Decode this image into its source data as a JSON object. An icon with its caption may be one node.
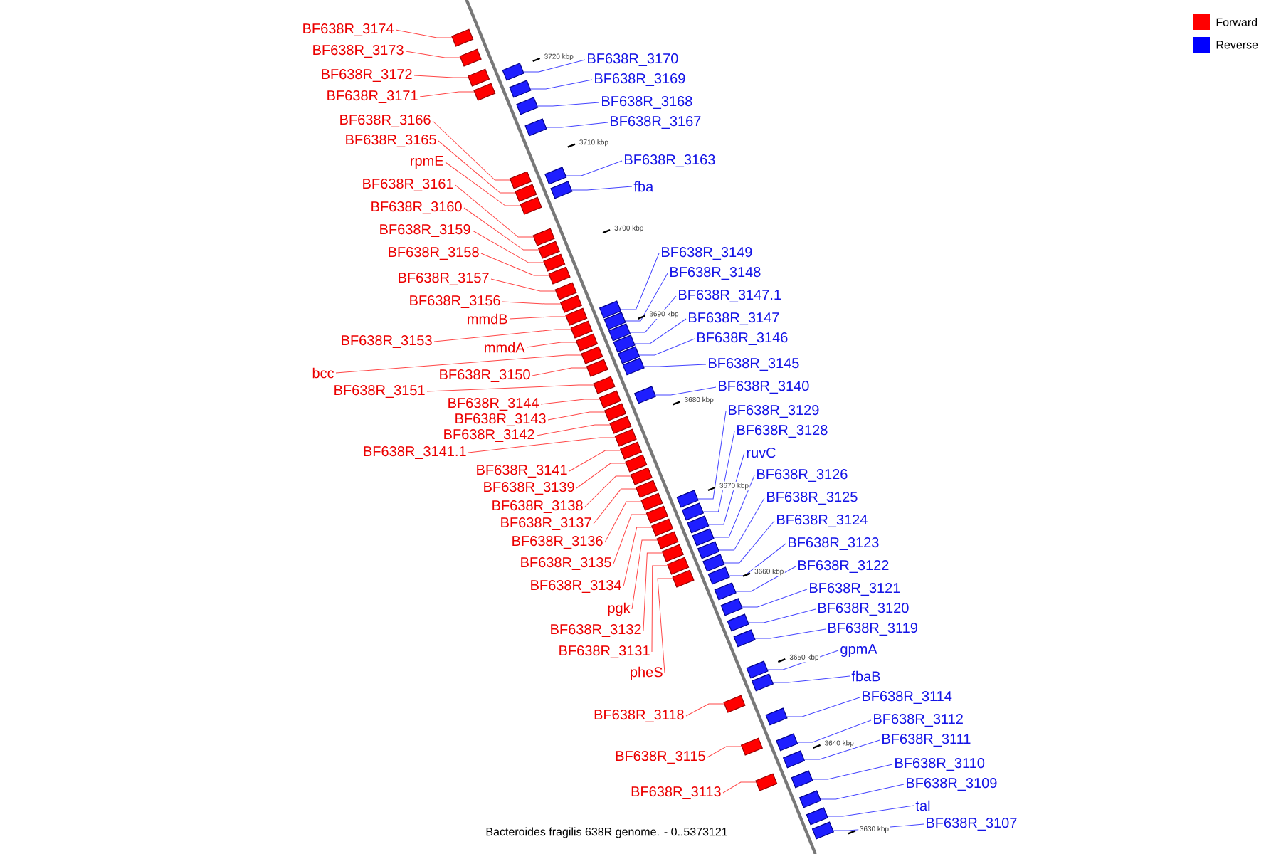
{
  "diagram": {
    "caption": "Bacteroides fragilis 638R genome. - 0..5373121",
    "nodes": [
      {
        "text": [
          "BF638R_3174"
        ]
      },
      {
        "text": [
          "BF638R_3173"
        ]
      },
      {
        "text": [
          "BF638R_3172"
        ]
      },
      {
        "text": [
          "BF638R_3171"
        ]
      },
      {
        "text": [
          "BF638R_3166"
        ]
      },
      {
        "text": [
          "BF638R_3165"
        ]
      },
      {
        "text": [
          "rpmE"
        ]
      },
      {
        "text": [
          "BF638R_3161"
        ]
      },
      {
        "text": [
          "BF638R_3160"
        ]
      },
      {
        "text": [
          "BF638R_3159"
        ]
      },
      {
        "text": [
          "BF638R_3158"
        ]
      },
      {
        "text": [
          "BF638R_3157"
        ]
      },
      {
        "text": [
          "BF638R_3156"
        ]
      },
      {
        "text": [
          "mmdB"
        ]
      },
      {
        "text": [
          "BF638R_3153"
        ]
      },
      {
        "text": [
          "mmdA"
        ]
      },
      {
        "text": [
          "bcc"
        ]
      },
      {
        "text": [
          "BF638R_3150"
        ]
      },
      {
        "text": [
          "BF638R_3151"
        ]
      },
      {
        "text": [
          "BF638R_3144"
        ]
      },
      {
        "text": [
          "BF638R_3143"
        ]
      },
      {
        "text": [
          "BF638R_3142"
        ]
      },
      {
        "text": [
          "BF638R_3141.1"
        ]
      },
      {
        "text": [
          "BF638R_3141"
        ]
      },
      {
        "text": [
          "BF638R_3139"
        ]
      },
      {
        "text": [
          "BF638R_3138"
        ]
      },
      {
        "text": [
          "BF638R_3137"
        ]
      },
      {
        "text": [
          "BF638R_3136"
        ]
      },
      {
        "text": [
          "BF638R_3135"
        ]
      },
      {
        "text": [
          "BF638R_3134"
        ]
      },
      {
        "text": [
          "pgk"
        ]
      },
      {
        "text": [
          "BF638R_3132"
        ]
      },
      {
        "text": [
          "BF638R_3131"
        ]
      },
      {
        "text": [
          "pheS"
        ]
      },
      {
        "text": [
          "BF638R_3118"
        ]
      },
      {
        "text": [
          "BF638R_3115"
        ]
      },
      {
        "text": [
          "BF638R_3113"
        ]
      },
      {
        "text": [
          "BF638R_3170"
        ]
      },
      {
        "text": [
          "BF638R_3169"
        ]
      },
      {
        "text": [
          "BF638R_3168"
        ]
      },
      {
        "text": [
          "BF638R_3167"
        ]
      },
      {
        "text": [
          "BF638R_3163"
        ]
      },
      {
        "text": [
          "fba"
        ]
      },
      {
        "text": [
          "BF638R_3149"
        ]
      },
      {
        "text": [
          "BF638R_3148"
        ]
      },
      {
        "text": [
          "BF638R_3147.1"
        ]
      },
      {
        "text": [
          "BF638R_3147"
        ]
      },
      {
        "text": [
          "BF638R_3146"
        ]
      },
      {
        "text": [
          "BF638R_3145"
        ]
      },
      {
        "text": [
          "BF638R_3140"
        ]
      },
      {
        "text": [
          "BF638R_3129"
        ]
      },
      {
        "text": [
          "BF638R_3128"
        ]
      },
      {
        "text": [
          "ruvC"
        ]
      },
      {
        "text": [
          "BF638R_3126"
        ]
      },
      {
        "text": [
          "BF638R_3125"
        ]
      },
      {
        "text": [
          "BF638R_3124"
        ]
      },
      {
        "text": [
          "BF638R_3123"
        ]
      },
      {
        "text": [
          "BF638R_3122"
        ]
      },
      {
        "text": [
          "BF638R_3121"
        ]
      },
      {
        "text": [
          "BF638R_3120"
        ]
      },
      {
        "text": [
          "BF638R_3119"
        ]
      },
      {
        "text": [
          "gpmA"
        ]
      },
      {
        "text": [
          "fbaB"
        ]
      },
      {
        "text": [
          "BF638R_3114"
        ]
      },
      {
        "text": [
          "BF638R_3112"
        ]
      },
      {
        "text": [
          "BF638R_3111"
        ]
      },
      {
        "text": [
          "BF638R_3110"
        ]
      },
      {
        "text": [
          "BF638R_3109"
        ]
      },
      {
        "text": [
          "tal"
        ]
      },
      {
        "text": [
          "BF638R_3107"
        ]
      },
      {
        "text": [],
        "shape": "box"
      },
      {
        "text": [],
        "shape": "box"
      },
      {
        "text": [],
        "shape": "box"
      },
      {
        "text": [],
        "shape": "box"
      },
      {
        "text": [],
        "shape": "box"
      },
      {
        "text": [],
        "shape": "box"
      },
      {
        "text": [],
        "shape": "box"
      },
      {
        "text": [],
        "shape": "box"
      },
      {
        "text": [],
        "shape": "box"
      },
      {
        "text": [],
        "shape": "box"
      },
      {
        "text": [],
        "shape": "box"
      },
      {
        "text": [],
        "shape": "box"
      },
      {
        "text": [],
        "shape": "box"
      },
      {
        "text": [],
        "shape": "box"
      },
      {
        "text": [],
        "shape": "box"
      },
      {
        "text": [],
        "shape": "box"
      },
      {
        "text": [],
        "shape": "box"
      },
      {
        "text": [],
        "shape": "box"
      },
      {
        "text": [],
        "shape": "box"
      },
      {
        "text": [],
        "shape": "box"
      },
      {
        "text": [],
        "shape": "box"
      },
      {
        "text": [],
        "shape": "box"
      },
      {
        "text": [],
        "shape": "box"
      },
      {
        "text": [],
        "shape": "box"
      },
      {
        "text": [],
        "shape": "box"
      },
      {
        "text": [],
        "shape": "box"
      },
      {
        "text": [],
        "shape": "box"
      },
      {
        "text": [],
        "shape": "box"
      },
      {
        "text": [],
        "shape": "box"
      },
      {
        "text": [],
        "shape": "box"
      },
      {
        "text": [],
        "shape": "box"
      },
      {
        "text": [],
        "shape": "box"
      },
      {
        "text": [],
        "shape": "box"
      },
      {
        "text": [],
        "shape": "box"
      },
      {
        "text": [],
        "shape": "box"
      },
      {
        "text": [],
        "shape": "box"
      },
      {
        "text": [],
        "shape": "box"
      },
      {
        "text": [],
        "shape": "box"
      },
      {
        "text": [],
        "shape": "box"
      },
      {
        "text": [],
        "shape": "box"
      },
      {
        "text": [],
        "shape": "box"
      },
      {
        "text": [],
        "shape": "box"
      },
      {
        "text": [],
        "shape": "box"
      },
      {
        "text": [],
        "shape": "box"
      },
      {
        "text": [],
        "shape": "box"
      },
      {
        "text": [],
        "shape": "box"
      },
      {
        "text": [],
        "shape": "box"
      },
      {
        "text": [],
        "shape": "box"
      },
      {
        "text": [],
        "shape": "box"
      },
      {
        "text": [],
        "shape": "box"
      },
      {
        "text": [],
        "shape": "box"
      },
      {
        "text": [],
        "shape": "box"
      },
      {
        "text": [],
        "shape": "box"
      },
      {
        "text": [],
        "shape": "box"
      },
      {
        "text": [],
        "shape": "box"
      },
      {
        "text": [],
        "shape": "box"
      },
      {
        "text": [],
        "shape": "box"
      },
      {
        "text": [],
        "shape": "box"
      },
      {
        "text": [],
        "shape": "box"
      },
      {
        "text": [],
        "shape": "box"
      },
      {
        "text": [],
        "shape": "box"
      },
      {
        "text": [],
        "shape": "box"
      },
      {
        "text": [],
        "shape": "box"
      },
      {
        "text": [],
        "shape": "box"
      },
      {
        "text": [],
        "shape": "box"
      },
      {
        "text": [],
        "shape": "box"
      },
      {
        "text": [],
        "shape": "box"
      },
      {
        "text": [],
        "shape": "box"
      },
      {
        "text": [],
        "shape": "box"
      },
      {
        "text": [],
        "shape": "box"
      }
    ],
    "edges": [
      {
        "from": 0,
        "to": 70,
        "arrow": "none"
      },
      {
        "from": 1,
        "to": 71,
        "arrow": "none"
      },
      {
        "from": 2,
        "to": 72,
        "arrow": "none"
      },
      {
        "from": 3,
        "to": 74,
        "arrow": "none"
      },
      {
        "from": 4,
        "to": 78,
        "arrow": "none"
      },
      {
        "from": 5,
        "to": 80,
        "arrow": "none"
      },
      {
        "from": 6,
        "to": 82,
        "arrow": "none"
      },
      {
        "from": 7,
        "to": 83,
        "arrow": "none"
      },
      {
        "from": 8,
        "to": 84,
        "arrow": "none"
      },
      {
        "from": 9,
        "to": 85,
        "arrow": "none"
      },
      {
        "from": 10,
        "to": 86,
        "arrow": "none"
      },
      {
        "from": 11,
        "to": 87,
        "arrow": "none"
      },
      {
        "from": 12,
        "to": 88,
        "arrow": "none"
      },
      {
        "from": 13,
        "to": 89,
        "arrow": "none"
      },
      {
        "from": 14,
        "to": 91,
        "arrow": "none"
      },
      {
        "from": 15,
        "to": 93,
        "arrow": "none"
      },
      {
        "from": 16,
        "to": 95,
        "arrow": "none"
      },
      {
        "from": 17,
        "to": 97,
        "arrow": "none"
      },
      {
        "from": 18,
        "to": 100,
        "arrow": "none"
      },
      {
        "from": 19,
        "to": 101,
        "arrow": "none"
      },
      {
        "from": 20,
        "to": 103,
        "arrow": "none"
      },
      {
        "from": 21,
        "to": 104,
        "arrow": "none"
      },
      {
        "from": 22,
        "to": 105,
        "arrow": "none"
      },
      {
        "from": 23,
        "to": 106,
        "arrow": "none"
      },
      {
        "from": 24,
        "to": 107,
        "arrow": "none"
      },
      {
        "from": 25,
        "to": 108,
        "arrow": "none"
      },
      {
        "from": 26,
        "to": 109,
        "arrow": "none"
      },
      {
        "from": 27,
        "to": 110,
        "arrow": "none"
      },
      {
        "from": 28,
        "to": 112,
        "arrow": "none"
      },
      {
        "from": 29,
        "to": 114,
        "arrow": "none"
      },
      {
        "from": 30,
        "to": 116,
        "arrow": "none"
      },
      {
        "from": 31,
        "to": 118,
        "arrow": "none"
      },
      {
        "from": 32,
        "to": 120,
        "arrow": "none"
      },
      {
        "from": 33,
        "to": 122,
        "arrow": "none"
      },
      {
        "from": 34,
        "to": 130,
        "arrow": "none"
      },
      {
        "from": 35,
        "to": 132,
        "arrow": "none"
      },
      {
        "from": 36,
        "to": 135,
        "arrow": "none"
      },
      {
        "from": 37,
        "to": 73,
        "arrow": "none",
        "color": "#4444ff"
      },
      {
        "from": 38,
        "to": 75,
        "arrow": "none",
        "color": "#4444ff"
      },
      {
        "from": 39,
        "to": 76,
        "arrow": "none",
        "color": "#4444ff"
      },
      {
        "from": 40,
        "to": 77,
        "arrow": "none",
        "color": "#4444ff"
      },
      {
        "from": 41,
        "to": 79,
        "arrow": "none",
        "color": "#4444ff"
      },
      {
        "from": 42,
        "to": 81,
        "arrow": "none",
        "color": "#4444ff"
      },
      {
        "from": 43,
        "to": 90,
        "arrow": "none",
        "color": "#4444ff"
      },
      {
        "from": 44,
        "to": 92,
        "arrow": "none",
        "color": "#4444ff"
      },
      {
        "from": 45,
        "to": 94,
        "arrow": "none",
        "color": "#4444ff"
      },
      {
        "from": 46,
        "to": 96,
        "arrow": "none",
        "color": "#4444ff"
      },
      {
        "from": 47,
        "to": 98,
        "arrow": "none",
        "color": "#4444ff"
      },
      {
        "from": 48,
        "to": 99,
        "arrow": "none",
        "color": "#4444ff"
      },
      {
        "from": 49,
        "to": 102,
        "arrow": "none",
        "color": "#4444ff"
      },
      {
        "from": 50,
        "to": 111,
        "arrow": "none",
        "color": "#4444ff"
      },
      {
        "from": 51,
        "to": 113,
        "arrow": "none",
        "color": "#4444ff"
      },
      {
        "from": 52,
        "to": 115,
        "arrow": "none",
        "color": "#4444ff"
      },
      {
        "from": 53,
        "to": 117,
        "arrow": "none",
        "color": "#4444ff"
      },
      {
        "from": 54,
        "to": 119,
        "arrow": "none",
        "color": "#4444ff"
      },
      {
        "from": 55,
        "to": 121,
        "arrow": "none",
        "color": "#4444ff"
      },
      {
        "from": 56,
        "to": 123,
        "arrow": "none",
        "color": "#4444ff"
      },
      {
        "from": 57,
        "to": 124,
        "arrow": "none",
        "color": "#4444ff"
      },
      {
        "from": 58,
        "to": 125,
        "arrow": "none",
        "color": "#4444ff"
      },
      {
        "from": 59,
        "to": 126,
        "arrow": "none",
        "color": "#4444ff"
      },
      {
        "from": 60,
        "to": 127,
        "arrow": "none",
        "color": "#4444ff"
      },
      {
        "from": 61,
        "to": 128,
        "arrow": "none",
        "color": "#4444ff"
      },
      {
        "from": 62,
        "to": 129,
        "arrow": "none",
        "color": "#4444ff"
      },
      {
        "from": 63,
        "to": 131,
        "arrow": "none",
        "color": "#4444ff"
      },
      {
        "from": 64,
        "to": 133,
        "arrow": "none",
        "color": "#4444ff"
      },
      {
        "from": 65,
        "to": 134,
        "arrow": "none",
        "color": "#4444ff"
      },
      {
        "from": 66,
        "to": 136,
        "arrow": "none",
        "color": "#4444ff"
      },
      {
        "from": 67,
        "to": 137,
        "arrow": "none",
        "color": "#4444ff"
      },
      {
        "from": 68,
        "to": 138,
        "arrow": "none",
        "color": "#4444ff"
      },
      {
        "from": 69,
        "to": 139,
        "arrow": "none",
        "color": "#4444ff"
      }
    ],
    "labels": [
      "3720 kbp",
      "3710 kbp",
      "3700 kbp",
      "3690 kbp",
      "3680 kbp",
      "3670 kbp",
      "3660 kbp",
      "3650 kbp",
      "3640 kbp",
      "3630 kbp"
    ],
    "legend": [
      {
        "text": "Forward",
        "color": "#ff0000"
      },
      {
        "text": "Reverse",
        "color": "#0000ff"
      }
    ]
  }
}
